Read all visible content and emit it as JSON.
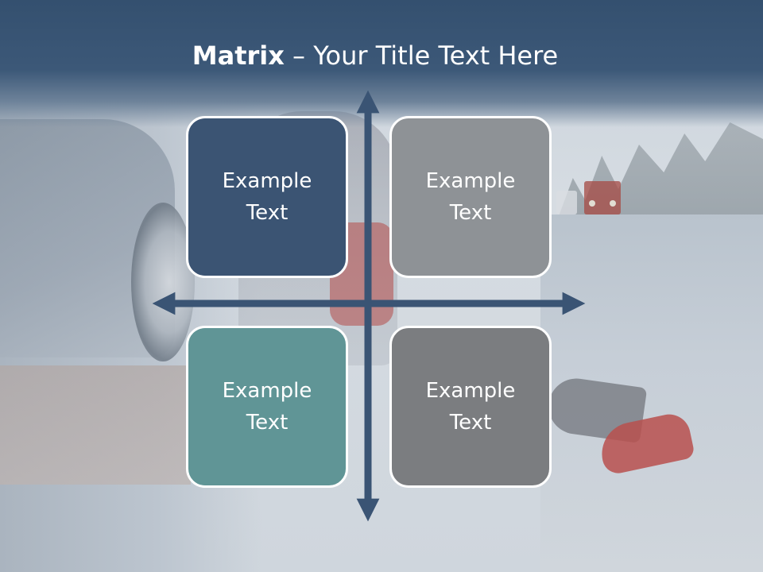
{
  "slide": {
    "title_bold": "Matrix",
    "title_rest": " – Your Title Text Here"
  },
  "quadrants": [
    {
      "position": "top-left",
      "text": "Example Text",
      "color": "#3b5473"
    },
    {
      "position": "top-right",
      "text": "Example Text",
      "color": "#8e9296"
    },
    {
      "position": "bottom-left",
      "text": "Example Text",
      "color": "#609596"
    },
    {
      "position": "bottom-right",
      "text": "Example Text",
      "color": "#7b7d80"
    }
  ],
  "colors": {
    "header": "#3c5878",
    "arrow": "#3a5474",
    "box_border": "#ffffff"
  }
}
